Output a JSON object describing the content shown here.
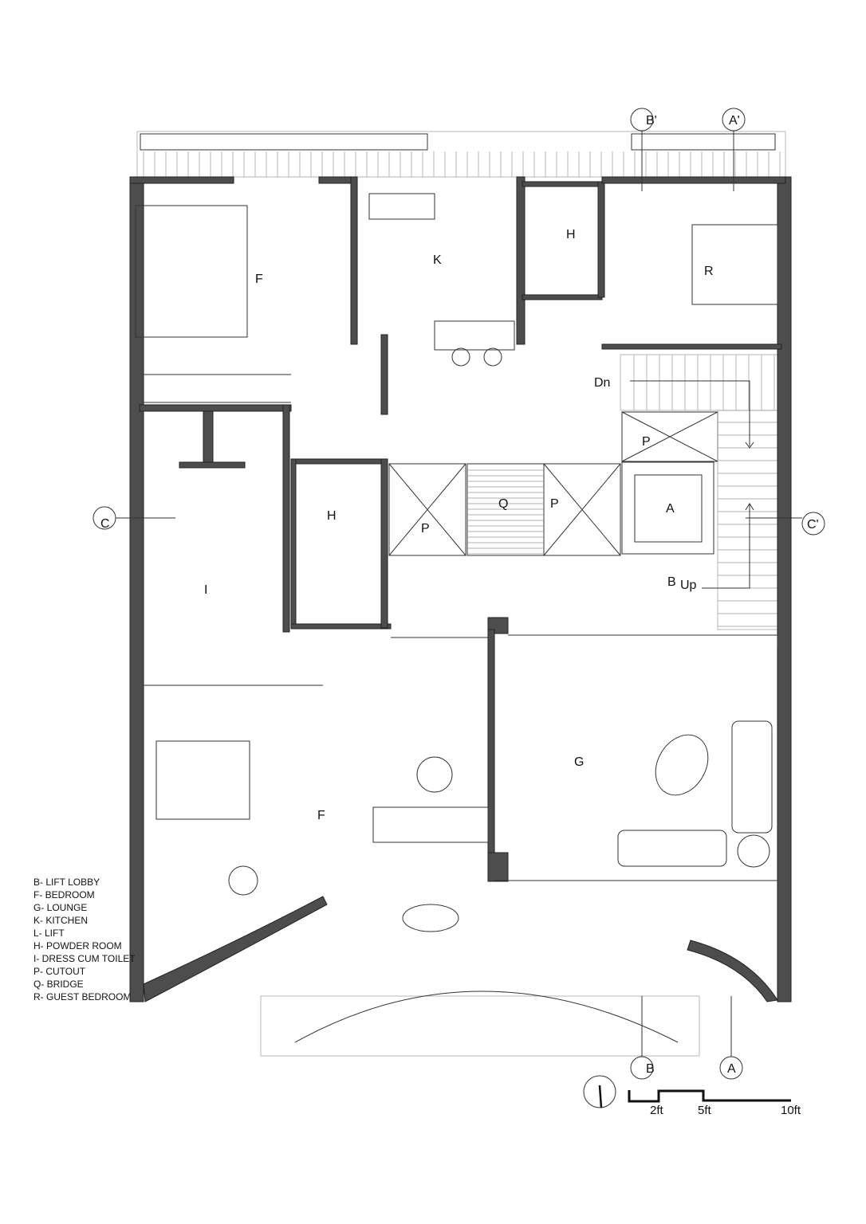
{
  "rooms": [
    {
      "id": "F",
      "label": "F"
    },
    {
      "id": "K",
      "label": "K"
    },
    {
      "id": "H",
      "label": "H"
    },
    {
      "id": "R",
      "label": "R"
    },
    {
      "id": "H2",
      "label": "H"
    },
    {
      "id": "I",
      "label": "I"
    },
    {
      "id": "P1",
      "label": "P"
    },
    {
      "id": "Q",
      "label": "Q"
    },
    {
      "id": "P2",
      "label": "P"
    },
    {
      "id": "P3",
      "label": "P"
    },
    {
      "id": "A",
      "label": "A"
    },
    {
      "id": "G",
      "label": "G"
    },
    {
      "id": "F2",
      "label": "F"
    }
  ],
  "stairs": {
    "down": "Dn",
    "up": "Up",
    "lobby": "B"
  },
  "section_markers": {
    "a_top": "A'",
    "a_bottom": "A",
    "b_top": "B'",
    "b_bottom": "B",
    "c_left": "C",
    "c_right": "C'"
  },
  "legend": [
    "B- LIFT LOBBY",
    "F- BEDROOM",
    "G- LOUNGE",
    "K- KITCHEN",
    "L- LIFT",
    "H- POWDER ROOM",
    "I- DRESS CUM TOILET",
    "P- CUTOUT",
    "Q- BRIDGE",
    "R- GUEST BEDROOM"
  ],
  "scale": {
    "ticks": [
      "2ft",
      "5ft",
      "10ft"
    ]
  },
  "colors": {
    "wall": "#4d4d4d",
    "line": "#333333",
    "hatch": "#999999"
  }
}
